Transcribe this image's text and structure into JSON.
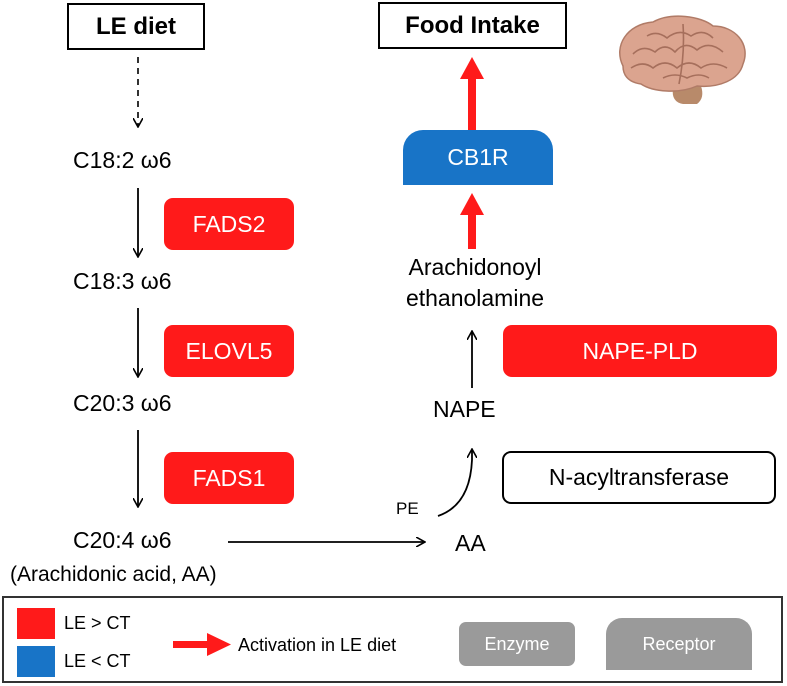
{
  "titles": {
    "le_diet": "LE diet",
    "food_intake": "Food Intake"
  },
  "pathway": {
    "c18_2": "C18:2 ω6",
    "c18_3": "C18:3 ω6",
    "c20_3": "C20:3 ω6",
    "c20_4": "C20:4 ω6",
    "c20_4_note": "(Arachidonic acid, AA)",
    "aa": "AA",
    "pe": "PE",
    "nape": "NAPE",
    "aea_line1": "Arachidonoyl",
    "aea_line2": "ethanolamine"
  },
  "enzymes": {
    "fads2": "FADS2",
    "elovl5": "ELOVL5",
    "fads1": "FADS1",
    "nape_pld": "NAPE-PLD",
    "n_acyltransferase": "N-acyltransferase"
  },
  "receptor": {
    "cb1r": "CB1R"
  },
  "legend": {
    "le_gt_ct": "LE > CT",
    "le_lt_ct": "LE < CT",
    "activation": "Activation in LE diet",
    "enzyme": "Enzyme",
    "receptor": "Receptor"
  },
  "colors": {
    "up": "#ff1a1a",
    "down": "#1874c7",
    "neutral": "#9a9a9a"
  },
  "icons": {
    "brain": "brain-icon"
  }
}
